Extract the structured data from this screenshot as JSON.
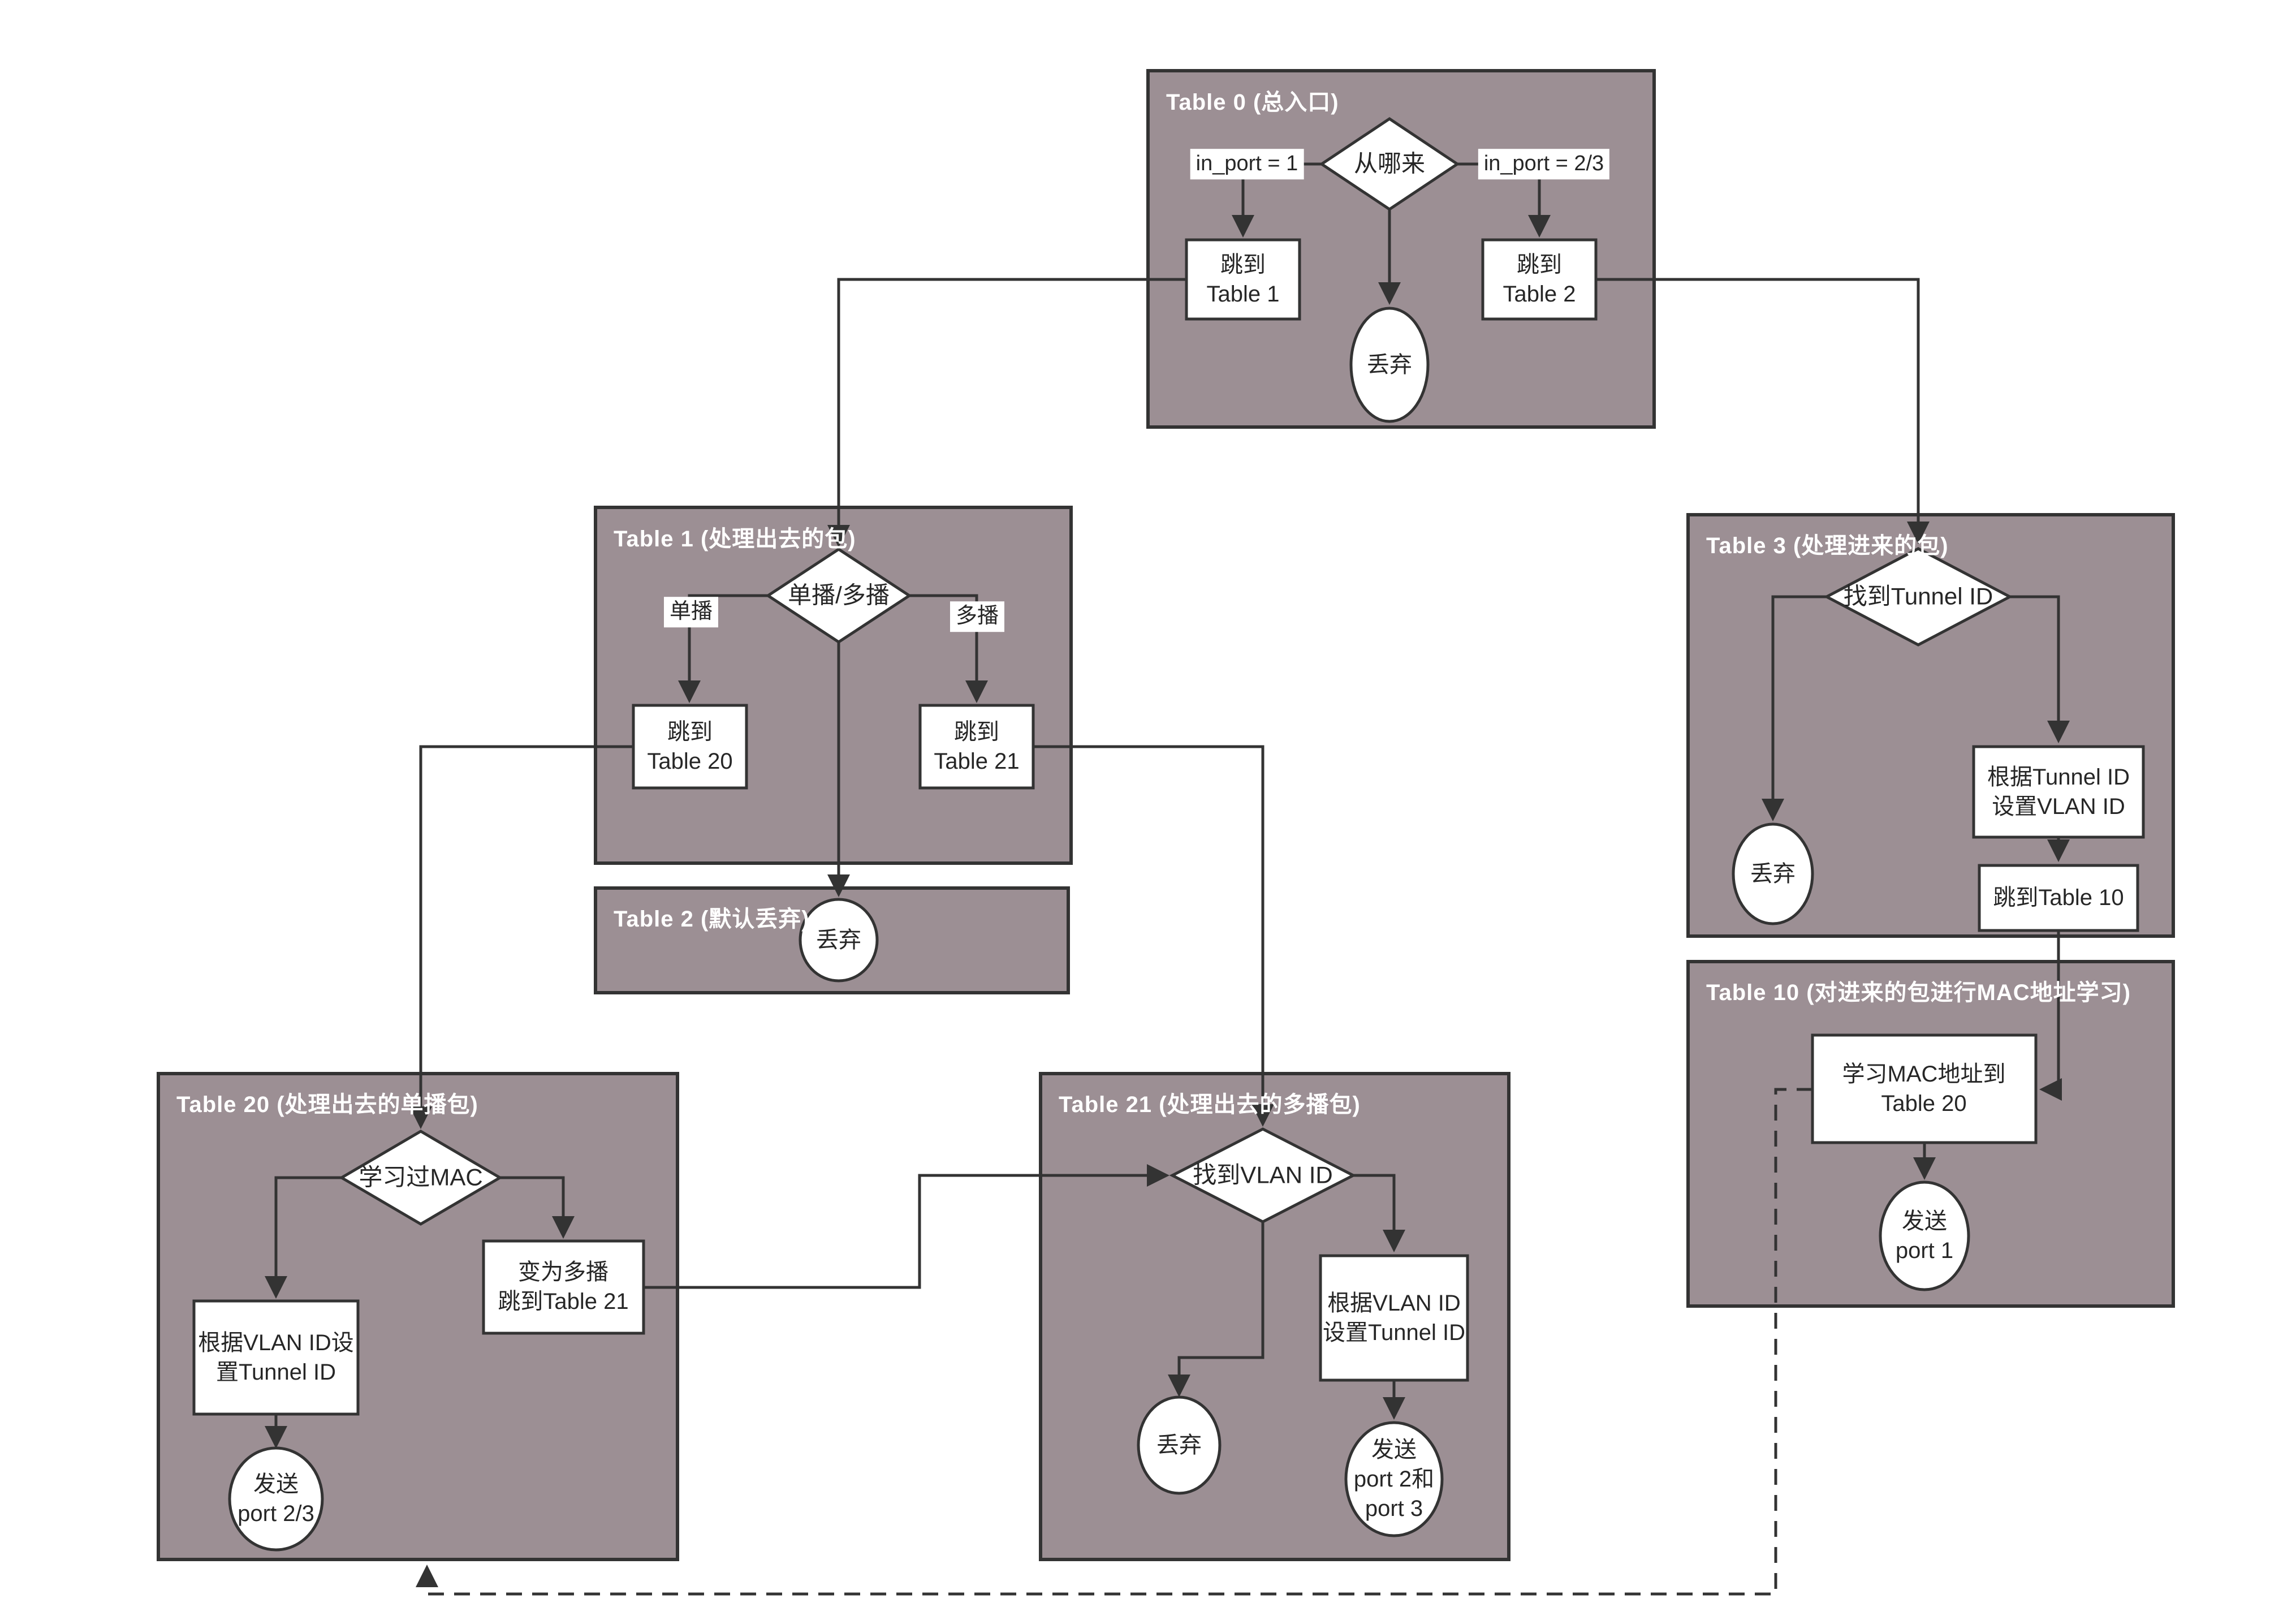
{
  "diagram": {
    "background": "#ffffff",
    "colors": {
      "table_fill": "#9c8f94",
      "line": "#333333",
      "node_fill": "#ffffff",
      "title_text": "#ffffff",
      "node_text": "#262626"
    },
    "tables": [
      {
        "id": "t0",
        "title": "Table 0 (总入口)"
      },
      {
        "id": "t1",
        "title": "Table 1 (处理出去的包)"
      },
      {
        "id": "t2",
        "title": "Table 2 (默认丢弃)"
      },
      {
        "id": "t3",
        "title": "Table 3 (处理进来的包)"
      },
      {
        "id": "t10",
        "title": "Table 10 (对进来的包进行MAC地址学习)"
      },
      {
        "id": "t20",
        "title": "Table 20 (处理出去的单播包)"
      },
      {
        "id": "t21",
        "title": "Table 21 (处理出去的多播包)"
      }
    ],
    "nodes": {
      "t0_decision": "从哪来",
      "t0_jump1": "跳到\nTable 1",
      "t0_jump2": "跳到\nTable 2",
      "t0_drop": "丢弃",
      "t1_decision": "单播/多播",
      "t1_jump20": "跳到\nTable 20",
      "t1_jump21": "跳到\nTable 21",
      "t2_drop": "丢弃",
      "t3_decision": "找到Tunnel ID",
      "t3_drop": "丢弃",
      "t3_set_vlan": "根据Tunnel ID\n设置VLAN ID",
      "t3_jump10": "跳到Table 10",
      "t10_learn": "学习MAC地址到\nTable 20",
      "t10_send": "发送\nport 1",
      "t20_decision": "学习过MAC",
      "t20_set_tunnel": "根据VLAN ID设\n置Tunnel ID",
      "t20_to_multicast": "变为多播\n跳到Table 21",
      "t20_send": "发送\nport 2/3",
      "t21_decision": "找到VLAN ID",
      "t21_drop": "丢弃",
      "t21_set_tunnel": "根据VLAN ID\n设置Tunnel ID",
      "t21_send": "发送\nport 2和\nport 3"
    },
    "edge_labels": {
      "t0_left": "in_port = 1",
      "t0_right": "in_port = 2/3",
      "t1_left": "单播",
      "t1_right": "多播"
    }
  }
}
